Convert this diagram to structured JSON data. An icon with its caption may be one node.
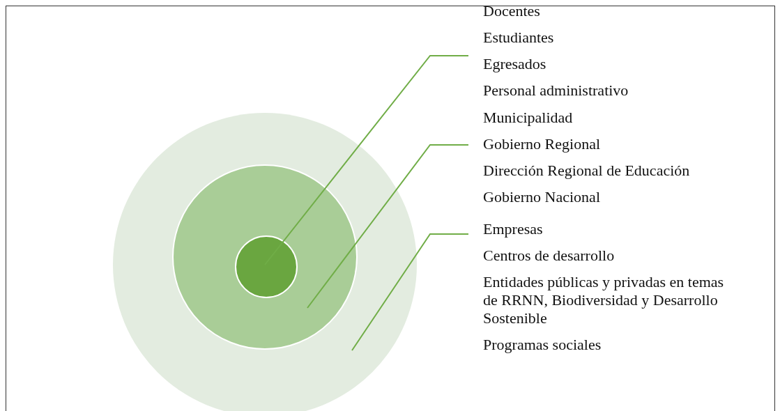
{
  "diagram": {
    "nodes": [
      {
        "text": [],
        "shape": "circle"
      },
      {
        "text": [],
        "shape": "circle",
        "in": 0
      },
      {
        "text": [],
        "shape": "circle",
        "in": 1
      },
      {
        "text": [
          "Docentes",
          "Estudiantes",
          "Egresados",
          "Personal administrativo"
        ]
      },
      {
        "text": [
          "Municipalidad",
          "Gobierno Regional",
          "Dirección Regional de Educación",
          "Gobierno Nacional"
        ]
      },
      {
        "text": [
          "Empresas",
          "Centros de desarrollo",
          "Entidades públicas y privadas en temas de RRNN, Biodiversidad y Desarrollo Sostenible",
          "Programas sociales"
        ]
      }
    ],
    "edges": [
      {
        "from": 3,
        "to": 2,
        "arrow": "none"
      },
      {
        "from": 4,
        "to": 1,
        "arrow": "none"
      },
      {
        "from": 5,
        "to": 0,
        "arrow": "none"
      }
    ]
  }
}
